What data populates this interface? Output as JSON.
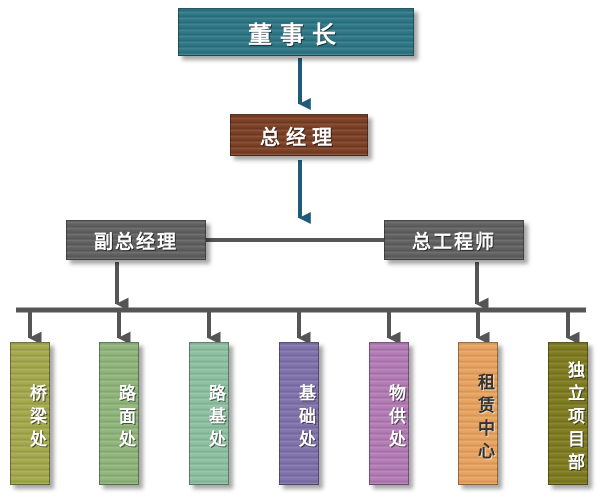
{
  "chairman": {
    "label": "董事长",
    "color": "#2b7584"
  },
  "general_manager": {
    "label": "总经理",
    "color": "#7a3d22"
  },
  "deputy_gm": {
    "label": "副总经理",
    "color": "#5f5f5f"
  },
  "chief_engineer": {
    "label": "总工程师",
    "color": "#5f5f5f"
  },
  "connector_color": "#555555",
  "arrow_color": "#1f5a7a",
  "departments": [
    {
      "label": "桥梁处",
      "color": "#a2a84a"
    },
    {
      "label": "路面处",
      "color": "#8fb47a"
    },
    {
      "label": "路基处",
      "color": "#8cc0a0"
    },
    {
      "label": "基础处",
      "color": "#7e70aa"
    },
    {
      "label": "物供处",
      "color": "#b27ab4"
    },
    {
      "label": "租赁中心",
      "color": "#e8a25e"
    },
    {
      "label": "独立项目部",
      "color": "#7e7a1e"
    }
  ]
}
